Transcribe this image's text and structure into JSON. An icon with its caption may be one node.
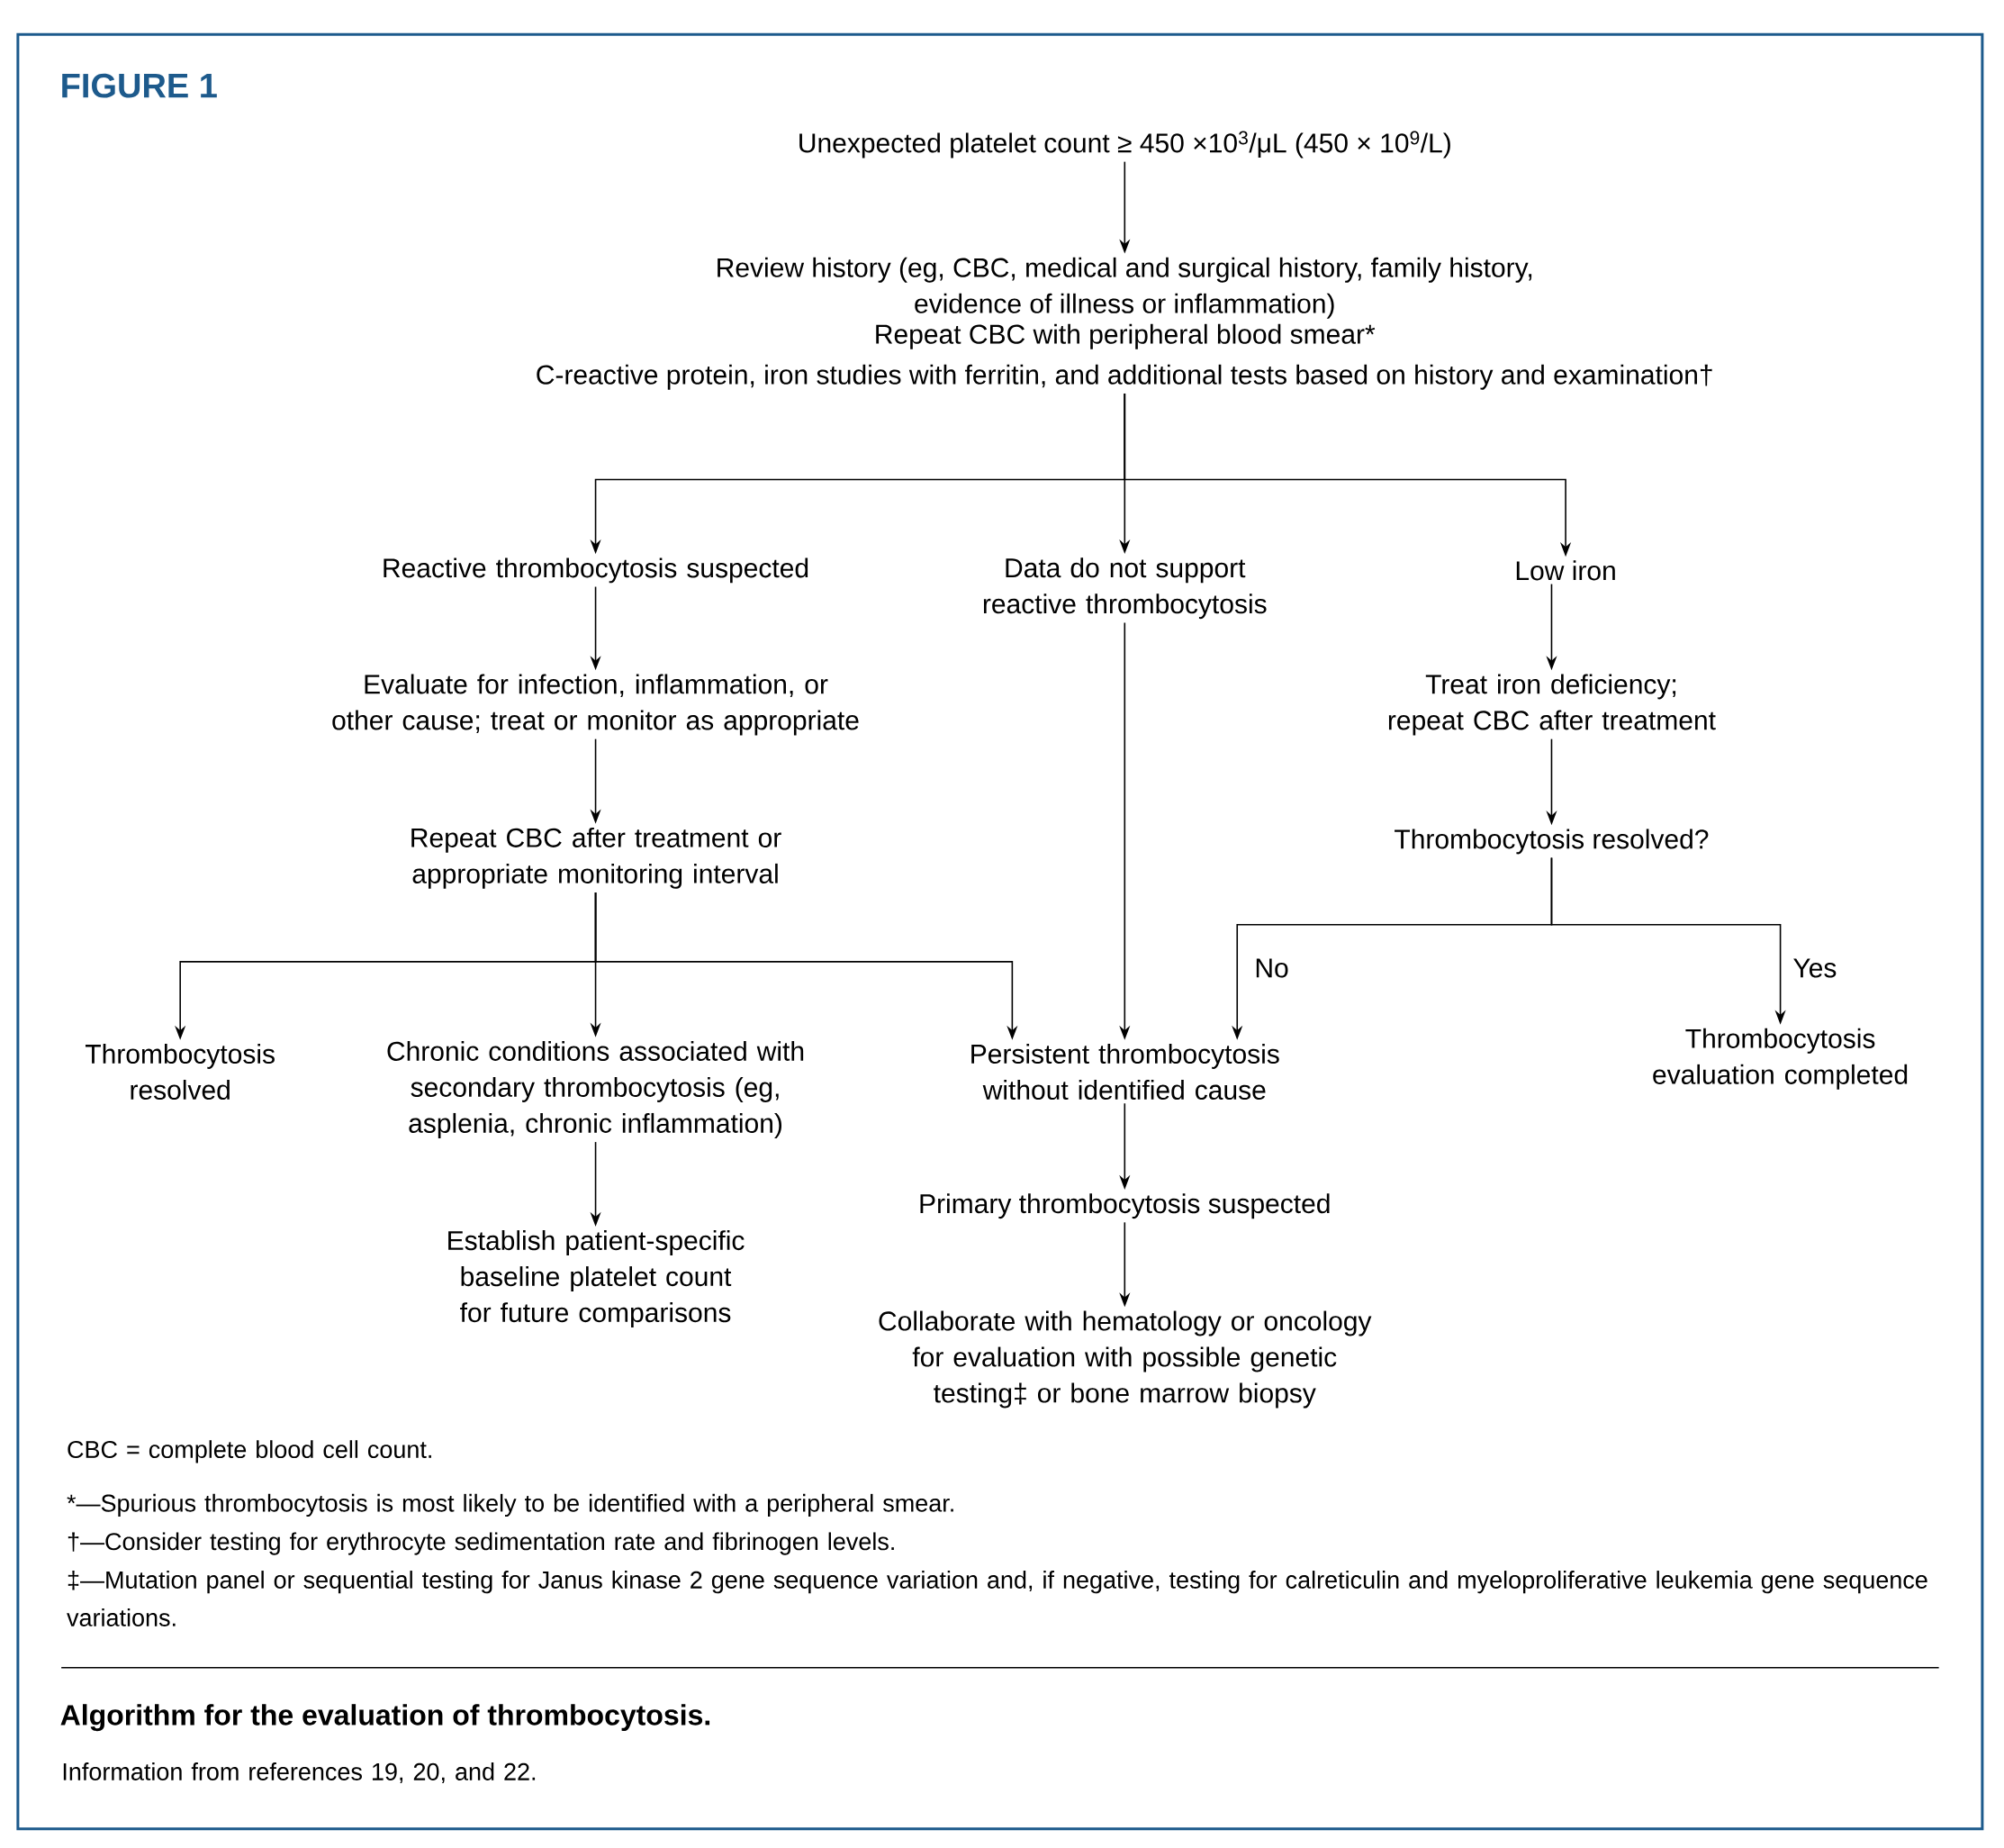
{
  "diagram": {
    "title": "FIGURE 1",
    "caption": "Algorithm for the evaluation of thrombocytosis.",
    "nodes": [
      {
        "text": [
          "Unexpected platelet count ≥ 450 ×10$^{3}$/μL (450 × 10$^{9}$/L)"
        ]
      },
      {
        "text": [
          "Review history (eg, CBC, medical and surgical history, family history, evidence of illness or inflammation)",
          "Repeat CBC with peripheral blood smear*",
          "C-reactive protein, iron studies with ferritin, and additional tests based on history and examination†"
        ]
      },
      {
        "text": [
          "Reactive thrombocytosis suspected"
        ]
      },
      {
        "text": [
          "Data do not support reactive thrombocytosis"
        ]
      },
      {
        "text": [
          "Low iron"
        ]
      },
      {
        "text": [
          "Evaluate for infection, inflammation, or other cause; treat or monitor as appropriate"
        ]
      },
      {
        "text": [
          "Treat iron deficiency; repeat CBC after treatment"
        ]
      },
      {
        "text": [
          "Repeat CBC after treatment or appropriate monitoring interval"
        ]
      },
      {
        "text": [
          "Thrombocytosis resolved?"
        ]
      },
      {
        "text": [
          "Thrombocytosis resolved"
        ]
      },
      {
        "text": [
          "Chronic conditions associated with secondary thrombocytosis (eg, asplenia, chronic inflammation)"
        ]
      },
      {
        "text": [
          "Persistent thrombocytosis without identified cause"
        ]
      },
      {
        "text": [
          "Thrombocytosis evaluation completed"
        ]
      },
      {
        "text": [
          "Establish patient-specific baseline platelet count for future comparisons"
        ]
      },
      {
        "text": [
          "Primary thrombocytosis suspected"
        ]
      },
      {
        "text": [
          "Collaborate with hematology or oncology for evaluation with possible genetic testing‡ or bone marrow biopsy"
        ]
      }
    ],
    "edges": [
      {
        "from": 0,
        "to": 1,
        "arrow": "to"
      },
      {
        "from": 1,
        "to": 2,
        "arrow": "to"
      },
      {
        "from": 1,
        "to": 3,
        "arrow": "to"
      },
      {
        "from": 1,
        "to": 4,
        "arrow": "to"
      },
      {
        "from": 2,
        "to": 5,
        "arrow": "to"
      },
      {
        "from": 4,
        "to": 6,
        "arrow": "to"
      },
      {
        "from": 5,
        "to": 7,
        "arrow": "to"
      },
      {
        "from": 6,
        "to": 8,
        "arrow": "to"
      },
      {
        "from": 7,
        "to": 9,
        "arrow": "to"
      },
      {
        "from": 7,
        "to": 10,
        "arrow": "to"
      },
      {
        "from": 7,
        "to": 11,
        "arrow": "to"
      },
      {
        "from": 3,
        "to": 11,
        "arrow": "to"
      },
      {
        "from": 8,
        "to": 11,
        "arrow": "to",
        "label": "No"
      },
      {
        "from": 8,
        "to": 12,
        "arrow": "to",
        "label": "Yes"
      },
      {
        "from": 10,
        "to": 13,
        "arrow": "to"
      },
      {
        "from": 11,
        "to": 14,
        "arrow": "to"
      },
      {
        "from": 14,
        "to": 15,
        "arrow": "to"
      }
    ],
    "labels": [
      "CBC = complete blood cell count.",
      "*—Spurious thrombocytosis is most likely to be identified with a peripheral smear.",
      "†—Consider testing for erythrocyte sedimentation rate and fibrinogen levels.",
      "‡—Mutation panel or sequential testing for Janus kinase 2 gene sequence variation and, if negative, testing for calreticulin and myeloproliferative leukemia gene sequence variations.",
      "Information from references 19, 20, and 22."
    ]
  }
}
